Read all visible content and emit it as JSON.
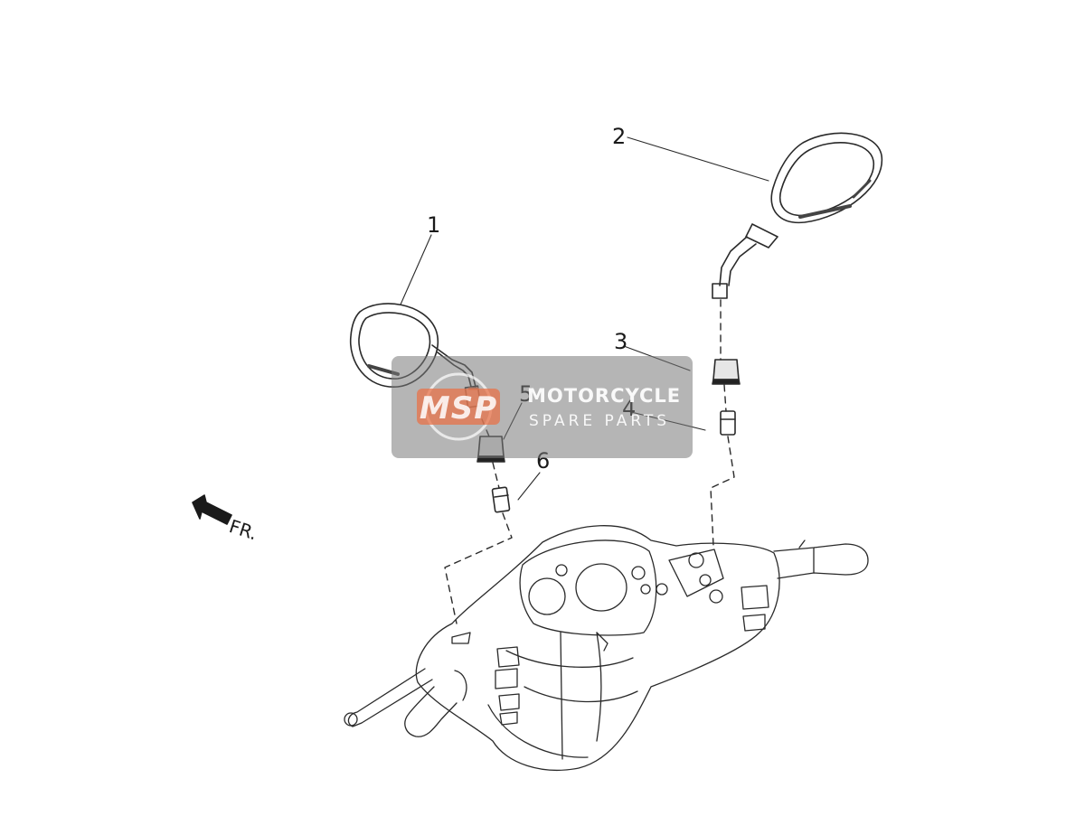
{
  "diagram": {
    "callouts": [
      {
        "label": "1"
      },
      {
        "label": "2"
      },
      {
        "label": "3"
      },
      {
        "label": "4"
      },
      {
        "label": "5"
      },
      {
        "label": "6"
      }
    ],
    "direction_label": "FR.",
    "watermark": {
      "logo_text": "MSP",
      "line1": "MOTORCYCLE",
      "line2": "SPARE PARTS"
    },
    "colors": {
      "line": "#2a2a2a",
      "watermark_bg": "#7a7a7a",
      "logo_accent": "#e8734a"
    }
  }
}
